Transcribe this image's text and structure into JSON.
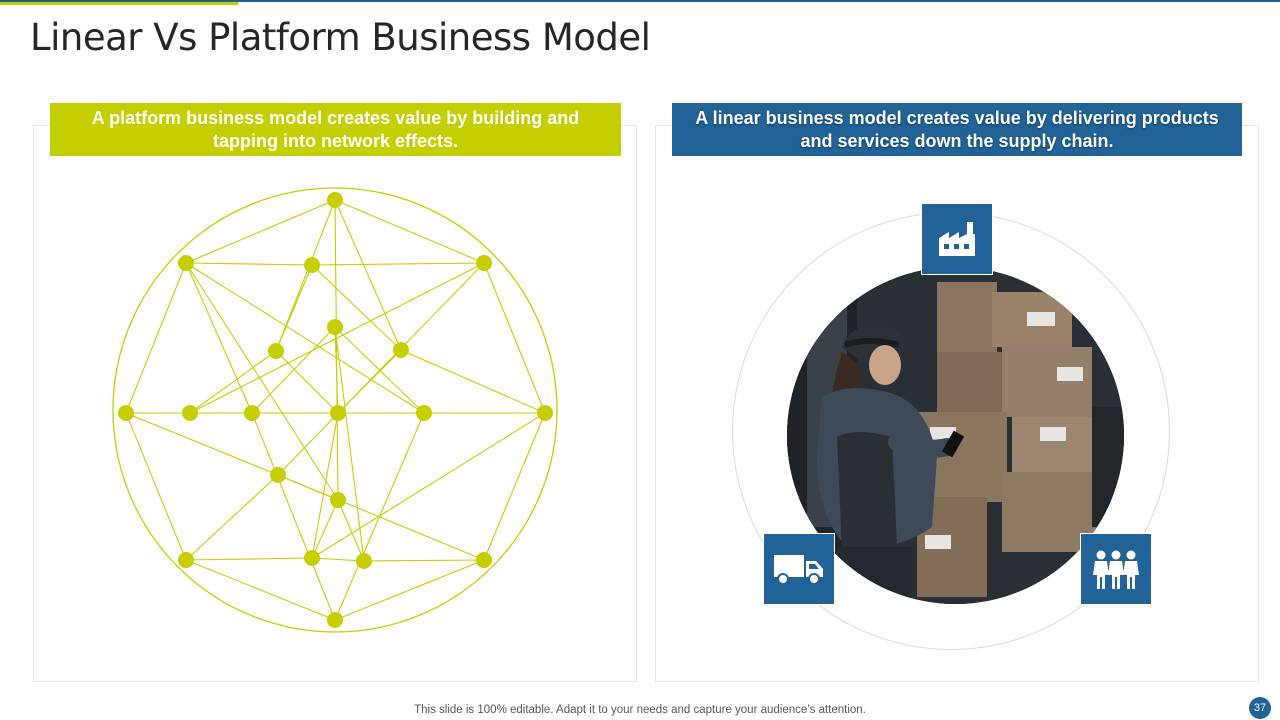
{
  "slide": {
    "title": "Linear Vs Platform Business Model",
    "footer": "This slide is 100% editable. Adapt it to your needs and capture your audience’s attention.",
    "page_number": "37"
  },
  "platform": {
    "description": "A platform business model creates value by building and tapping into network effects.",
    "color": "#c5ce00"
  },
  "linear": {
    "description": "A linear business model creates value by delivering products and services down the supply chain.",
    "color": "#216297",
    "icons": [
      "factory-icon",
      "delivery-truck-icon",
      "people-group-icon"
    ]
  },
  "colors": {
    "accent_green": "#c5ce00",
    "accent_blue": "#216297",
    "title_text": "#262626"
  }
}
